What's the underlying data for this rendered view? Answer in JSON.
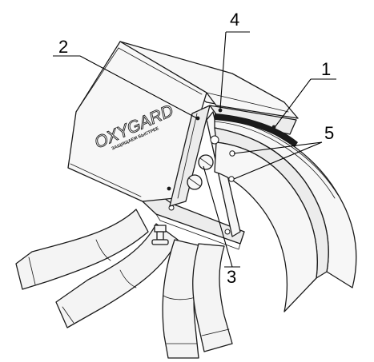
{
  "callouts": {
    "c1": "1",
    "c2": "2",
    "c3": "3",
    "c4": "4",
    "c5": "5"
  },
  "logo": {
    "mark": "OXYGARD",
    "tagline": "ЗАЩИЩАЕМ БЫСТРЕЕ"
  },
  "colors": {
    "line": "#1a1a1a",
    "background": "#ffffff"
  }
}
